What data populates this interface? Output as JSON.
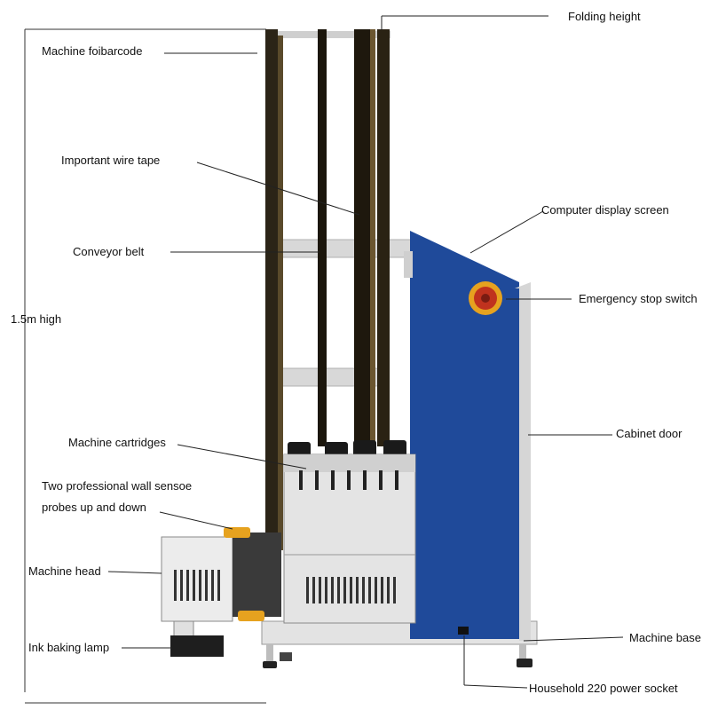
{
  "labels": {
    "folding_height": "Folding height",
    "machine_foibarcode": "Machine foibarcode",
    "important_wire_tape": "Important wire tape",
    "computer_display_screen": "Computer display screen",
    "conveyor_belt": "Conveyor belt",
    "emergency_stop_switch": "Emergency stop switch",
    "height_15m": "1.5m high",
    "cabinet_door": "Cabinet door",
    "machine_cartridges": "Machine cartridges",
    "wall_sensor_line1": "Two professional wall sensoe",
    "wall_sensor_line2": "probes up and down",
    "machine_head": "Machine head",
    "ink_baking_lamp": "Ink baking lamp",
    "machine_base": "Machine base",
    "power_socket": "Household 220 power  socket"
  },
  "colors": {
    "cabinet_blue": "#1f4a9a",
    "frame_dark": "#2b2417",
    "metal_grey": "#dcdcdc",
    "stop_red": "#c0321e",
    "stop_yellow": "#e6a21f"
  }
}
